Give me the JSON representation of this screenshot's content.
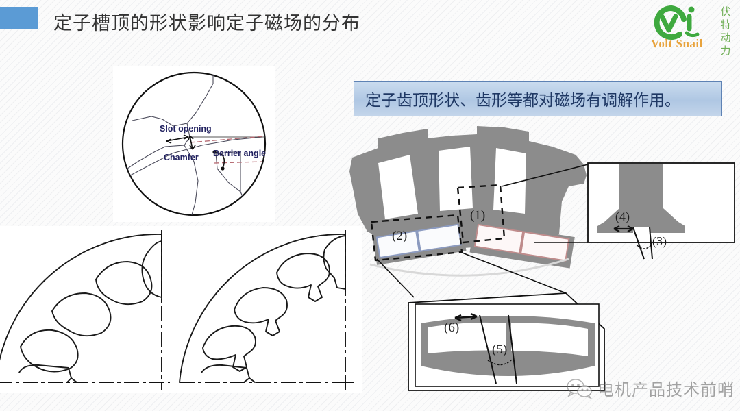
{
  "header": {
    "title": "定子槽顶的形状影响定子磁场的分布",
    "accent_color": "#5B9BD5"
  },
  "logo": {
    "wordmark": "Volt Snail",
    "mark_letter": "V",
    "chinese": [
      "伏",
      "特",
      "动",
      "力"
    ],
    "mark_color": "#3FA93F",
    "wordmark_color": "#E8A33D",
    "chinese_color": "#6FAE55"
  },
  "banner": {
    "text": "定子齿顶形状、齿形等都对磁场有调解作用。",
    "fill_color": "#B8CCE4",
    "border_color": "#5E82B4",
    "text_color": "#1F3864"
  },
  "detail_circle": {
    "labels": {
      "slot_opening": "Slot opening",
      "chamfer": "Chamfer",
      "barrier_angle": "Barrier angle"
    },
    "label_color": "#222260",
    "accent_dash_color": "#B4666E"
  },
  "lamination": {
    "left_variant_slots": 4,
    "right_variant_slots": 4,
    "line_color": "#1a1a1a",
    "centerline_style": "dash-dot"
  },
  "stator": {
    "body_color": "#8C8C8C",
    "callouts": [
      {
        "id": "1",
        "label": "(1)",
        "region": "right-slot-pair",
        "winding_color": "#C08C8C"
      },
      {
        "id": "2",
        "label": "(2)",
        "region": "left-slot-pair",
        "winding_color": "#8C9BC0"
      },
      {
        "id": "3",
        "label": "(3)",
        "region": "tooth-tip-angle-inset-right"
      },
      {
        "id": "4",
        "label": "(4)",
        "region": "tooth-tip-width-inset-right"
      },
      {
        "id": "5",
        "label": "(5)",
        "region": "slot-opening-angle-inset-bottom"
      },
      {
        "id": "6",
        "label": "(6)",
        "region": "tooth-tip-width-inset-bottom"
      }
    ]
  },
  "watermark": {
    "text": "电机产品技术前哨",
    "icon": "wechat-icon"
  }
}
